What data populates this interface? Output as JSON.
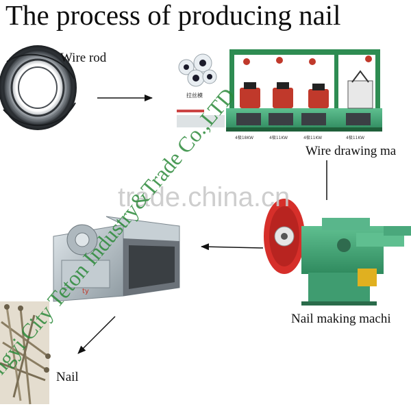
{
  "title": "The process of producing nail",
  "steps": [
    {
      "label": "Wire rod"
    },
    {
      "label": "Wire drawing ma"
    },
    {
      "label": "Nail making machi"
    },
    {
      "label": "Nail"
    }
  ],
  "watermarks": {
    "site": "trade.china.cn",
    "company": "ngyi City Teton Industry&Trade Co.,LTD"
  },
  "machine_labels": {
    "die_caption": "拉丝模",
    "motor_1": "4极18KW",
    "motor_2": "4极11KW",
    "motor_3": "4极11KW",
    "motor_4": "4极11KW",
    "brand_mark": "ty"
  },
  "colors": {
    "frame_green": "#2e8c52",
    "pot_red": "#c0392b",
    "machine_green": "#48a87a",
    "wheel_red": "#d62f2a",
    "cutter_grey": "#b9c3c8",
    "watermark_green": "#2c8a3a"
  }
}
